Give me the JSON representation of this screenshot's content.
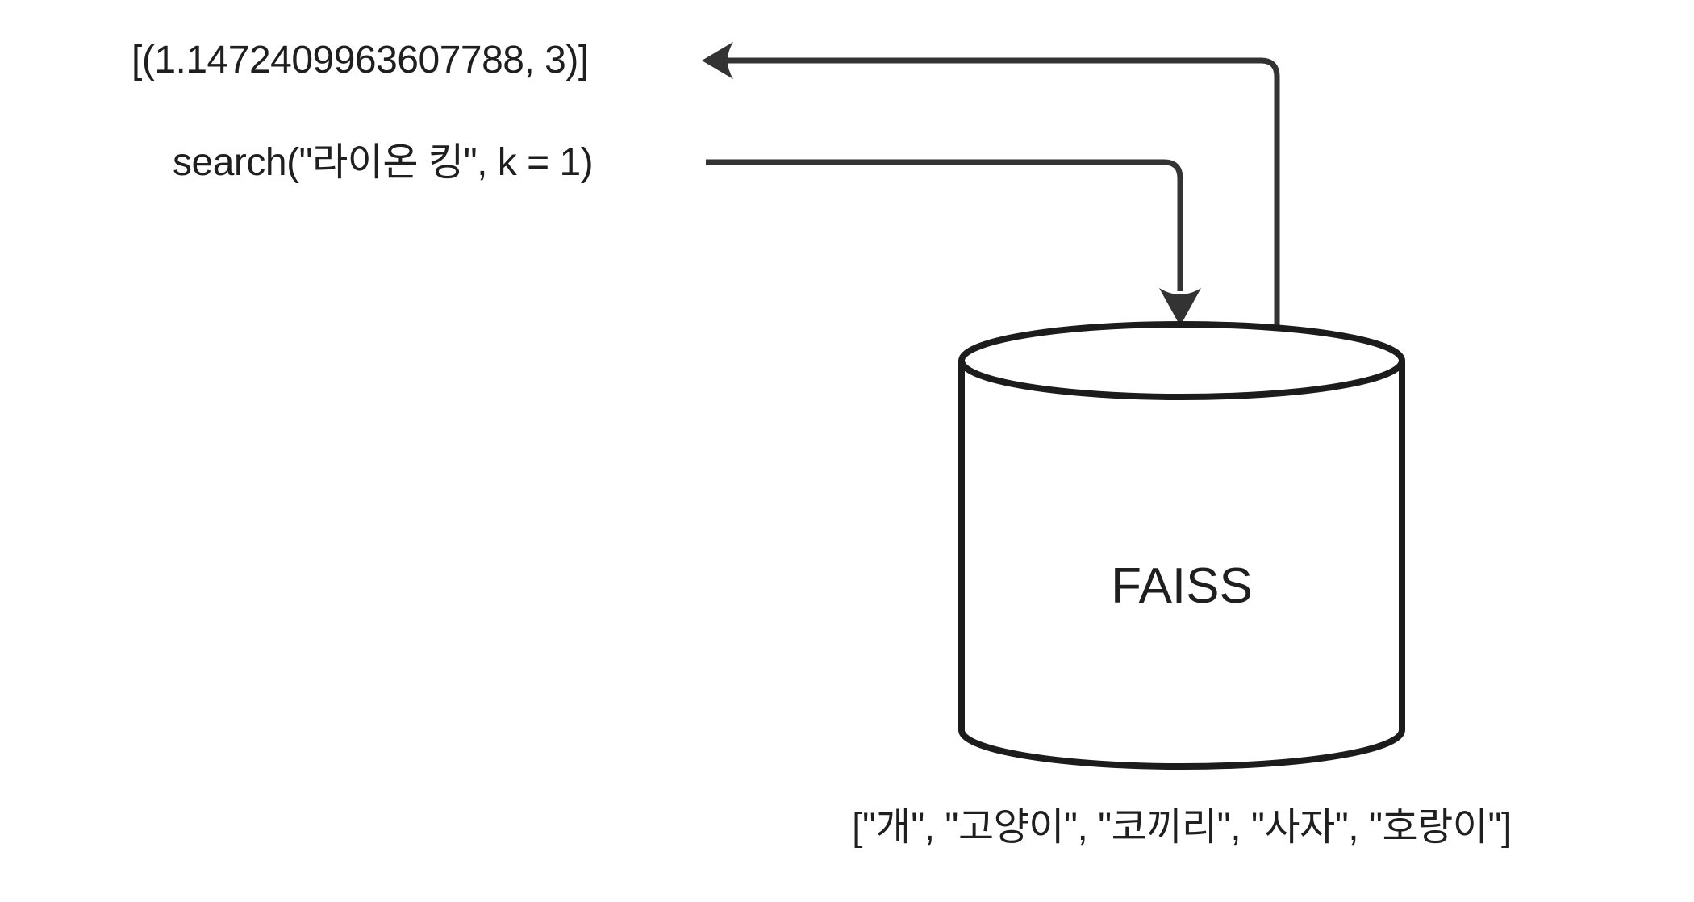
{
  "diagram": {
    "result_text": "[(1.1472409963607788, 3)]",
    "query_text": "search(\"라이온 킹\", k = 1)",
    "database_label": "FAISS",
    "documents_text": "[\"개\", \"고양이\", \"코끼리\", \"사자\", \"호랑이\"]",
    "colors": {
      "arrow": "#333333",
      "shape-stroke": "#1c1c1c",
      "text": "#1f1f1f",
      "background": "#ffffff"
    }
  }
}
